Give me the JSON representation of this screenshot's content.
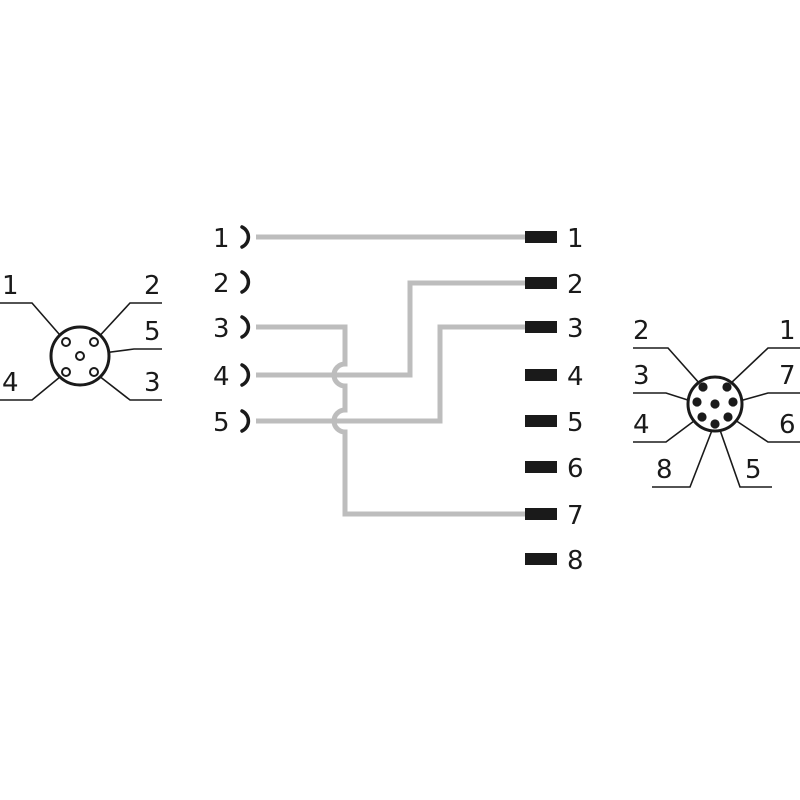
{
  "colors": {
    "wire": "#bdbdbd",
    "ink": "#1a1a1a",
    "background": "#ffffff"
  },
  "left_connector": {
    "labels": [
      "1",
      "2",
      "5",
      "4",
      "3"
    ]
  },
  "right_connector": {
    "labels": [
      "2",
      "1",
      "3",
      "7",
      "4",
      "6",
      "8",
      "5"
    ]
  },
  "sockets": [
    "1",
    "2",
    "3",
    "4",
    "5"
  ],
  "pins": [
    "1",
    "2",
    "3",
    "4",
    "5",
    "6",
    "7",
    "8"
  ],
  "wiring": [
    {
      "from": "1",
      "to": "1"
    },
    {
      "from": "3",
      "to": "7"
    },
    {
      "from": "4",
      "to": "2"
    },
    {
      "from": "5",
      "to": "3"
    }
  ]
}
